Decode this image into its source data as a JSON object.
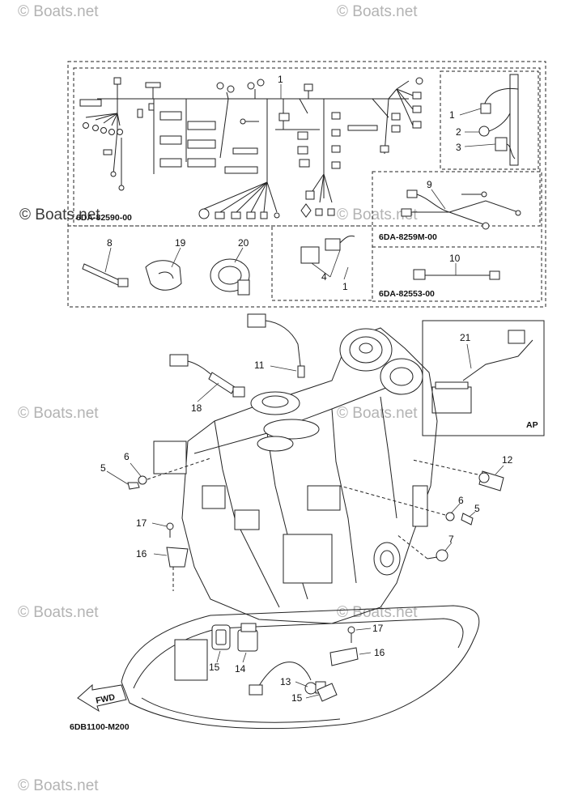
{
  "watermarks": [
    "© Boats.net",
    "© Boats.net",
    "© Boats.net",
    "© Boats.net",
    "© Boats.net",
    "© Boats.net",
    "© Boats.net",
    "© Boats.net",
    "© Boats.net"
  ],
  "kit_codes": {
    "main_harness": "6DA-82590-00",
    "sub_harness_9": "6DA-8259M-00",
    "sub_harness_10": "6DA-82553-00"
  },
  "ap_label": "AP",
  "fwd_label": "FWD",
  "diagram_code": "6DB1100-M200",
  "callouts": {
    "c1_main": "1",
    "c1_inset": "1",
    "c2_inset": "2",
    "c3_inset": "3",
    "c9": "9",
    "c8": "8",
    "c19": "19",
    "c20": "20",
    "c4": "4",
    "c1_relay": "1",
    "c10": "10",
    "c11": "11",
    "c18": "18",
    "c21": "21",
    "c5_left": "5",
    "c6_left": "6",
    "c12": "12",
    "c6_right": "6",
    "c5_right": "5",
    "c7": "7",
    "c17_left": "17",
    "c16_left": "16",
    "c17_right": "17",
    "c16_right": "16",
    "c15_left": "15",
    "c14": "14",
    "c13": "13",
    "c15_right": "15"
  },
  "icons": [
    "wire-harness-icon",
    "fuel-injector-icon",
    "cable-tie-icon",
    "battery-icon",
    "fwd-arrow-icon",
    "engine-block-icon"
  ]
}
